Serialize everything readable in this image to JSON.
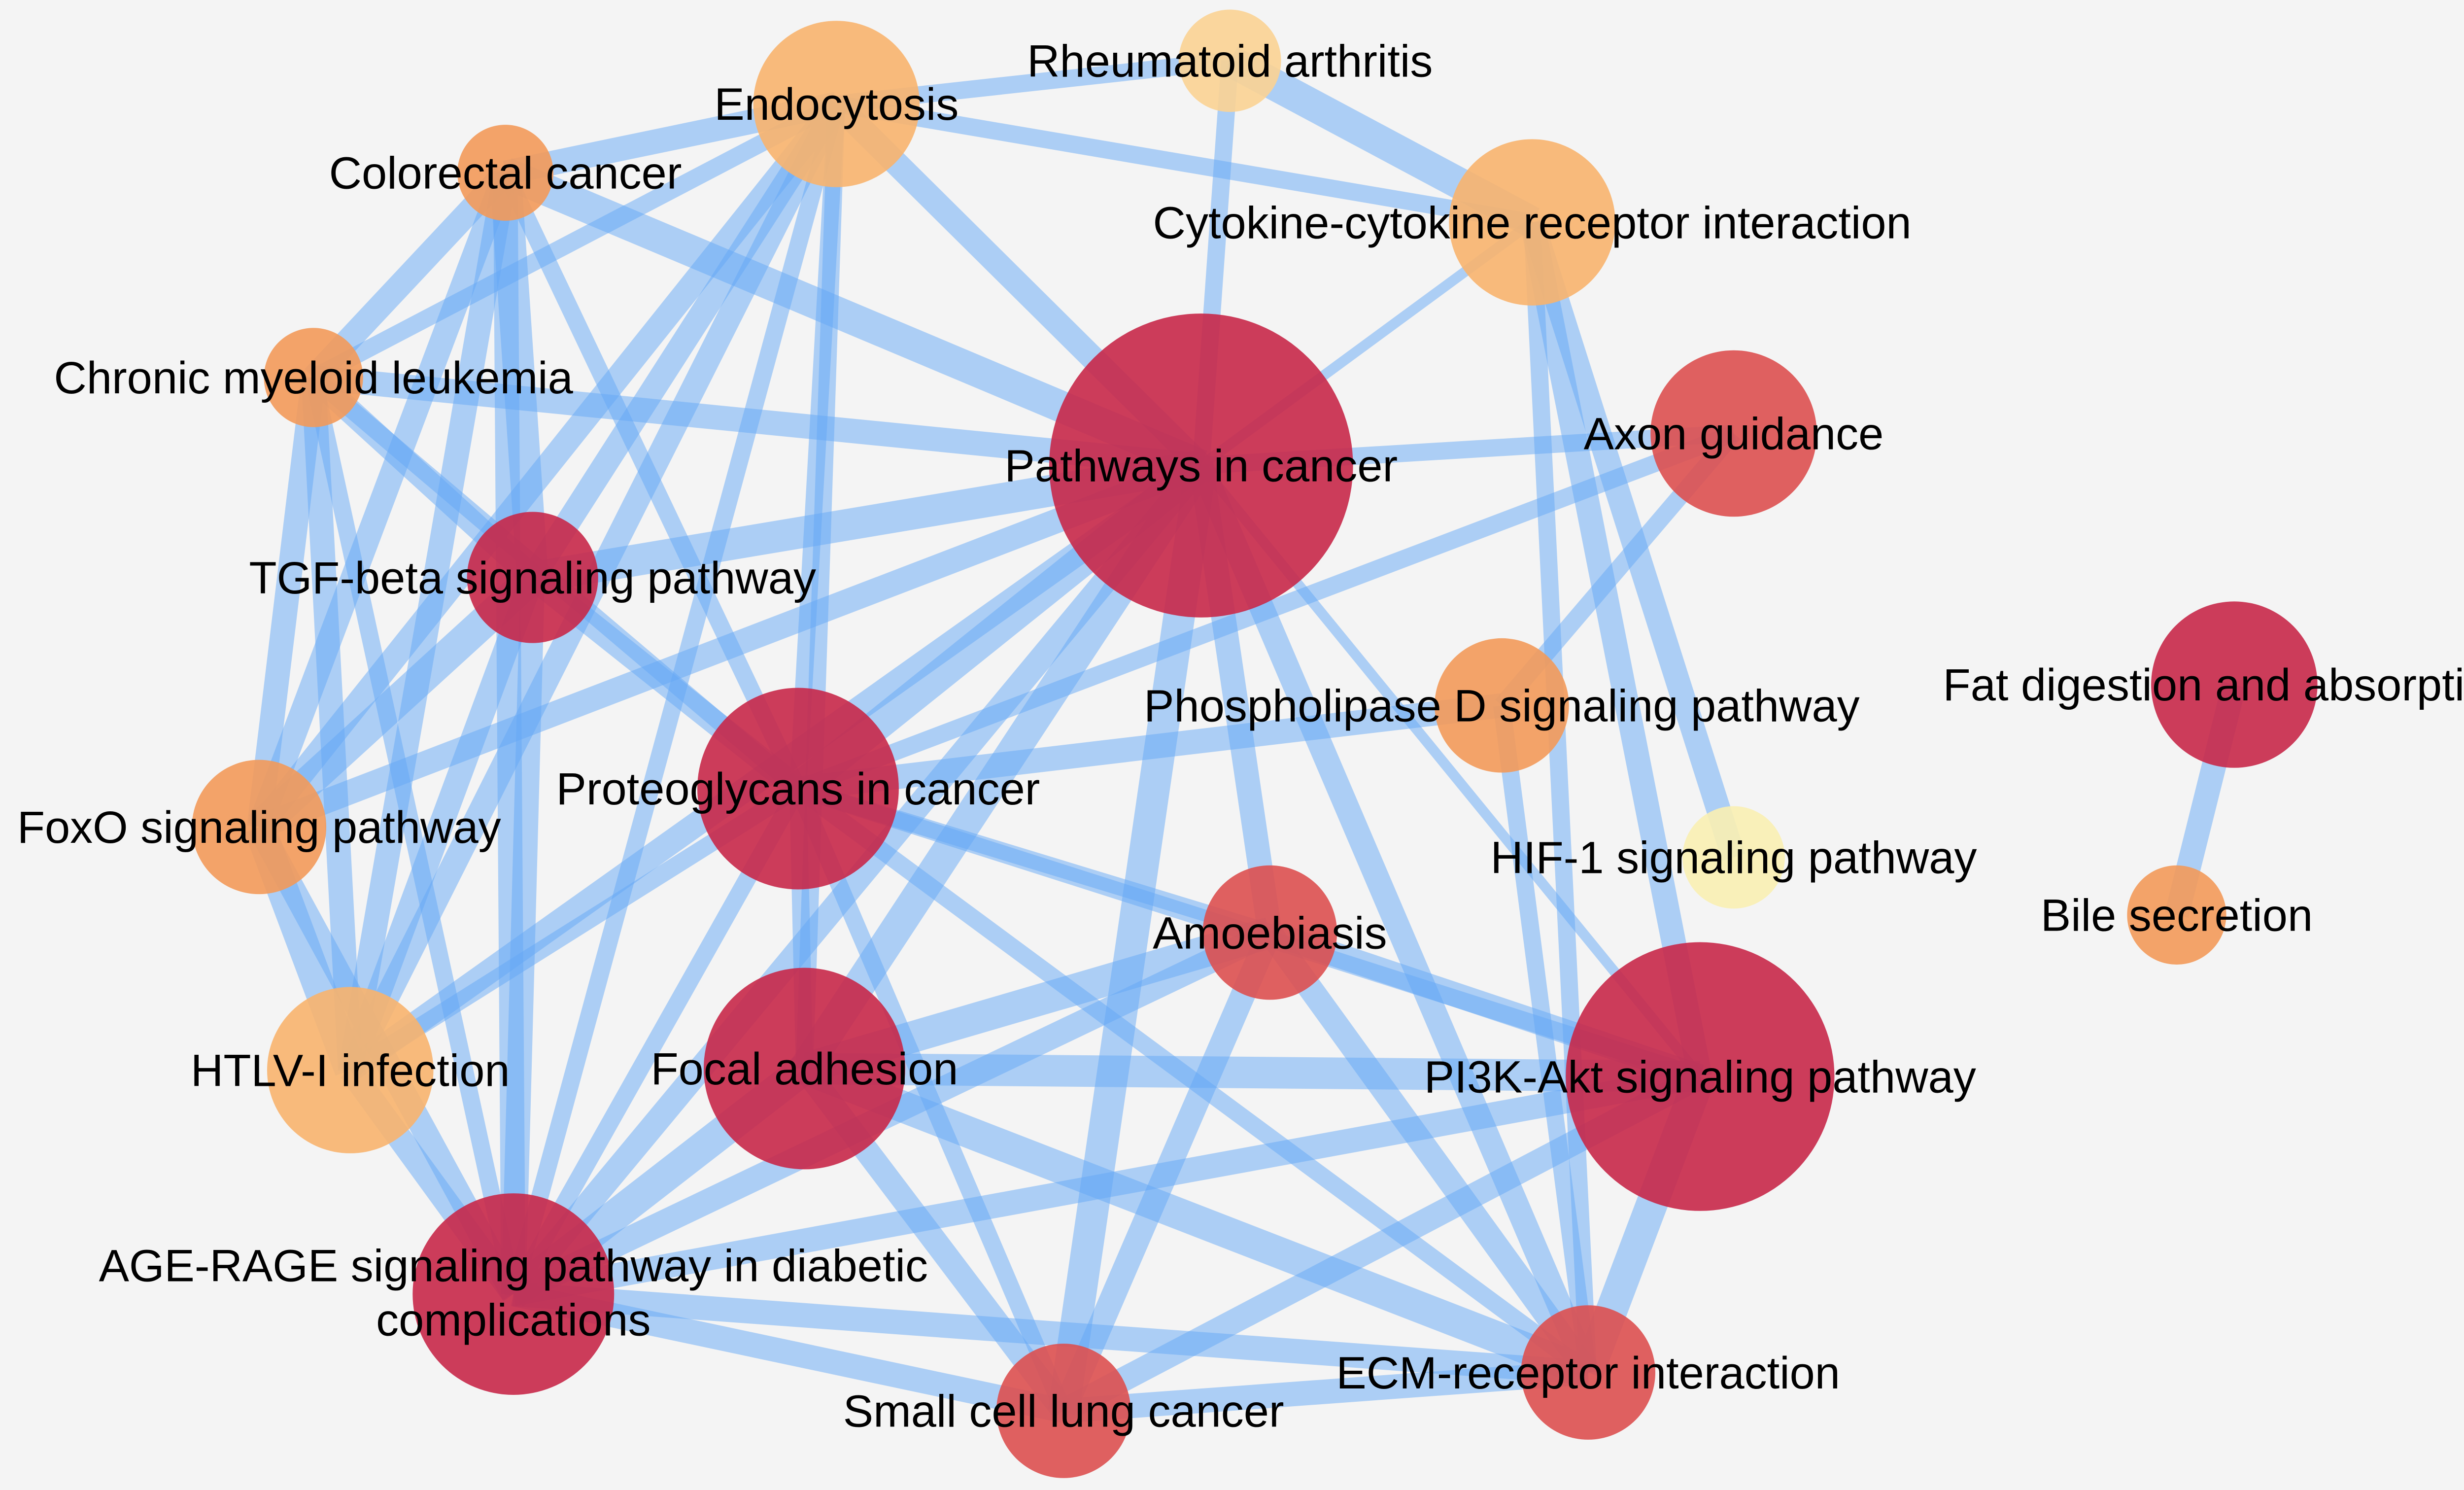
{
  "colors": {
    "background": "#f4f4f4",
    "edge": "#64a8f5",
    "high": "#c82849",
    "mid_high": "#dd5050",
    "mid": "#f39a5a",
    "mid_low": "#f8b46e",
    "low": "#fbd394",
    "lowest": "#faefb3"
  },
  "nodes": [
    {
      "id": "endocytosis",
      "label": "Endocytosis",
      "color": "mid_low"
    },
    {
      "id": "rheumatoid",
      "label": "Rheumatoid arthritis",
      "color": "low"
    },
    {
      "id": "colorectal",
      "label": "Colorectal cancer",
      "color": "mid"
    },
    {
      "id": "cytokine",
      "label": "Cytokine-cytokine receptor interaction",
      "color": "mid_low"
    },
    {
      "id": "cml",
      "label": "Chronic myeloid leukemia",
      "color": "mid"
    },
    {
      "id": "pathways",
      "label": "Pathways in cancer",
      "color": "high"
    },
    {
      "id": "axon",
      "label": "Axon guidance",
      "color": "mid_high"
    },
    {
      "id": "tgf",
      "label": "TGF-beta signaling pathway",
      "color": "high"
    },
    {
      "id": "fat",
      "label": "Fat digestion and absorptic",
      "color": "high"
    },
    {
      "id": "pld",
      "label": "Phospholipase D signaling pathway",
      "color": "mid"
    },
    {
      "id": "proteo",
      "label": "Proteoglycans in cancer",
      "color": "high"
    },
    {
      "id": "foxo",
      "label": "FoxO signaling pathway",
      "color": "mid"
    },
    {
      "id": "hif",
      "label": "HIF-1 signaling pathway",
      "color": "lowest"
    },
    {
      "id": "bile",
      "label": "Bile secretion",
      "color": "mid"
    },
    {
      "id": "amoeb",
      "label": "Amoebiasis",
      "color": "mid_high"
    },
    {
      "id": "htlv",
      "label": "HTLV-I infection",
      "color": "mid_low"
    },
    {
      "id": "focal",
      "label": "Focal adhesion",
      "color": "high"
    },
    {
      "id": "pi3k",
      "label": "PI3K-Akt signaling pathway",
      "color": "high"
    },
    {
      "id": "age",
      "label": "AGE-RAGE signaling pathway in diabetic complications",
      "label_lines": [
        "AGE-RAGE signaling pathway in diabetic",
        "complications"
      ],
      "color": "high"
    },
    {
      "id": "ecm",
      "label": "ECM-receptor interaction",
      "color": "mid_high"
    },
    {
      "id": "sclc",
      "label": "Small cell lung cancer",
      "color": "mid_high"
    }
  ],
  "edges": [
    {
      "source": "endocytosis",
      "target": "rheumatoid",
      "weight": 2
    },
    {
      "source": "endocytosis",
      "target": "cytokine",
      "weight": 2
    },
    {
      "source": "endocytosis",
      "target": "colorectal",
      "weight": 3
    },
    {
      "source": "endocytosis",
      "target": "cml",
      "weight": 2
    },
    {
      "source": "endocytosis",
      "target": "pathways",
      "weight": 3
    },
    {
      "source": "endocytosis",
      "target": "tgf",
      "weight": 3
    },
    {
      "source": "endocytosis",
      "target": "foxo",
      "weight": 3
    },
    {
      "source": "endocytosis",
      "target": "htlv",
      "weight": 3
    },
    {
      "source": "endocytosis",
      "target": "proteo",
      "weight": 2
    },
    {
      "source": "endocytosis",
      "target": "focal",
      "weight": 2
    },
    {
      "source": "endocytosis",
      "target": "age",
      "weight": 2
    },
    {
      "source": "rheumatoid",
      "target": "cytokine",
      "weight": 4
    },
    {
      "source": "rheumatoid",
      "target": "pathways",
      "weight": 2
    },
    {
      "source": "cytokine",
      "target": "pathways",
      "weight": 1
    },
    {
      "source": "cytokine",
      "target": "pi3k",
      "weight": 3
    },
    {
      "source": "cytokine",
      "target": "hif",
      "weight": 3
    },
    {
      "source": "cytokine",
      "target": "ecm",
      "weight": 2
    },
    {
      "source": "colorectal",
      "target": "cml",
      "weight": 3
    },
    {
      "source": "colorectal",
      "target": "pathways",
      "weight": 4
    },
    {
      "source": "colorectal",
      "target": "tgf",
      "weight": 4
    },
    {
      "source": "colorectal",
      "target": "foxo",
      "weight": 3
    },
    {
      "source": "colorectal",
      "target": "htlv",
      "weight": 3
    },
    {
      "source": "colorectal",
      "target": "proteo",
      "weight": 2
    },
    {
      "source": "colorectal",
      "target": "age",
      "weight": 3
    },
    {
      "source": "cml",
      "target": "pathways",
      "weight": 3
    },
    {
      "source": "cml",
      "target": "tgf",
      "weight": 3
    },
    {
      "source": "cml",
      "target": "foxo",
      "weight": 3
    },
    {
      "source": "cml",
      "target": "htlv",
      "weight": 3
    },
    {
      "source": "cml",
      "target": "proteo",
      "weight": 2
    },
    {
      "source": "cml",
      "target": "age",
      "weight": 2
    },
    {
      "source": "pathways",
      "target": "axon",
      "weight": 2
    },
    {
      "source": "pathways",
      "target": "tgf",
      "weight": 4
    },
    {
      "source": "pathways",
      "target": "proteo",
      "weight": 4
    },
    {
      "source": "pathways",
      "target": "foxo",
      "weight": 3
    },
    {
      "source": "pathways",
      "target": "htlv",
      "weight": 3
    },
    {
      "source": "pathways",
      "target": "focal",
      "weight": 4
    },
    {
      "source": "pathways",
      "target": "amoeb",
      "weight": 3
    },
    {
      "source": "pathways",
      "target": "sclc",
      "weight": 4
    },
    {
      "source": "pathways",
      "target": "ecm",
      "weight": 3
    },
    {
      "source": "pathways",
      "target": "pi3k",
      "weight": 1
    },
    {
      "source": "pathways",
      "target": "age",
      "weight": 3
    },
    {
      "source": "axon",
      "target": "pld",
      "weight": 2
    },
    {
      "source": "axon",
      "target": "proteo",
      "weight": 2
    },
    {
      "source": "tgf",
      "target": "foxo",
      "weight": 4
    },
    {
      "source": "tgf",
      "target": "htlv",
      "weight": 3
    },
    {
      "source": "tgf",
      "target": "proteo",
      "weight": 3
    },
    {
      "source": "tgf",
      "target": "age",
      "weight": 3
    },
    {
      "source": "pld",
      "target": "proteo",
      "weight": 3
    },
    {
      "source": "pld",
      "target": "ecm",
      "weight": 2
    },
    {
      "source": "proteo",
      "target": "focal",
      "weight": 2
    },
    {
      "source": "proteo",
      "target": "htlv",
      "weight": 2
    },
    {
      "source": "proteo",
      "target": "pi3k",
      "weight": 2
    },
    {
      "source": "proteo",
      "target": "amoeb",
      "weight": 2
    },
    {
      "source": "proteo",
      "target": "ecm",
      "weight": 2
    },
    {
      "source": "proteo",
      "target": "sclc",
      "weight": 2
    },
    {
      "source": "proteo",
      "target": "age",
      "weight": 2
    },
    {
      "source": "foxo",
      "target": "htlv",
      "weight": 4
    },
    {
      "source": "foxo",
      "target": "age",
      "weight": 3
    },
    {
      "source": "htlv",
      "target": "age",
      "weight": 3
    },
    {
      "source": "focal",
      "target": "pi3k",
      "weight": 4
    },
    {
      "source": "focal",
      "target": "amoeb",
      "weight": 4
    },
    {
      "source": "focal",
      "target": "ecm",
      "weight": 4
    },
    {
      "source": "focal",
      "target": "sclc",
      "weight": 3
    },
    {
      "source": "focal",
      "target": "age",
      "weight": 4
    },
    {
      "source": "amoeb",
      "target": "pi3k",
      "weight": 3
    },
    {
      "source": "amoeb",
      "target": "ecm",
      "weight": 3
    },
    {
      "source": "amoeb",
      "target": "sclc",
      "weight": 3
    },
    {
      "source": "amoeb",
      "target": "age",
      "weight": 3
    },
    {
      "source": "pi3k",
      "target": "ecm",
      "weight": 4
    },
    {
      "source": "pi3k",
      "target": "sclc",
      "weight": 3
    },
    {
      "source": "pi3k",
      "target": "age",
      "weight": 3
    },
    {
      "source": "ecm",
      "target": "sclc",
      "weight": 3
    },
    {
      "source": "ecm",
      "target": "age",
      "weight": 3
    },
    {
      "source": "sclc",
      "target": "age",
      "weight": 3
    },
    {
      "source": "fat",
      "target": "bile",
      "weight": 3
    }
  ]
}
